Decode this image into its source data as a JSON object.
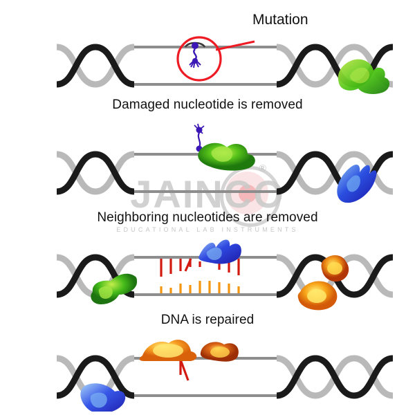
{
  "figure": {
    "title": "DNA nucleotide excision repair stages",
    "background_color": "#ffffff"
  },
  "annotation": {
    "label": "Mutation",
    "circle_color": "#ee1b24",
    "leader_color": "#ee1b24",
    "mutation_marker_color": "#3b17b5"
  },
  "captions": [
    {
      "text": "Damaged nucleotide is removed"
    },
    {
      "text": "Neighboring nucleotides are removed"
    },
    {
      "text": "DNA is repaired"
    }
  ],
  "panels": [
    {
      "name": "panel-mutation-detected",
      "caption": "Damaged nucleotide is removed",
      "enzymes": [
        {
          "name": "green-enzyme",
          "color": "#4cc417",
          "position": "right-lower"
        }
      ],
      "mutation_present": true,
      "open_region_rungs": 14
    },
    {
      "name": "panel-damaged-nucleotide-removed",
      "caption": "Neighboring nucleotides are removed",
      "enzymes": [
        {
          "name": "green-enzyme",
          "color": "#63c41d",
          "position": "top-center"
        },
        {
          "name": "blue-enzyme",
          "color": "#2b2bdd",
          "position": "right-lower"
        }
      ],
      "mutation_present": true,
      "open_region_rungs": 14
    },
    {
      "name": "panel-neighboring-nucleotides-removed",
      "caption": "DNA is repaired",
      "enzymes": [
        {
          "name": "green-enzyme",
          "color": "#45bb1a",
          "position": "left-lower"
        },
        {
          "name": "blue-enzyme",
          "color": "#2f49e0",
          "position": "top-center"
        },
        {
          "name": "orange-enzyme-upper",
          "color": "#e8761b",
          "position": "right-upper"
        },
        {
          "name": "orange-enzyme-lower",
          "color": "#f9a61a",
          "position": "right-lower"
        }
      ],
      "mutation_present": false,
      "open_region_rungs": 14
    },
    {
      "name": "panel-dna-repaired",
      "caption": "",
      "enzymes": [
        {
          "name": "blue-enzyme",
          "color": "#3757e8",
          "position": "left-lower"
        },
        {
          "name": "orange-enzyme-large",
          "color": "#f9a326",
          "position": "top-left"
        },
        {
          "name": "orange-enzyme-small",
          "color": "#e06a18",
          "position": "top-center"
        }
      ],
      "mutation_present": false,
      "open_region_rungs": 14
    }
  ],
  "dna": {
    "backbone_light_color": "#b9b9b9",
    "backbone_dark_color": "#1a1a1a",
    "rung_top_color": "#d21a10",
    "rung_bottom_color": "#f59612",
    "open_strand_line_color": "#8d8d8d"
  },
  "watermark": {
    "word": "JAINCO",
    "tagline": "EDUCATIONAL LAB INSTRUMENTS",
    "registered_mark": "®",
    "word_color": "#c9c9c9",
    "accent_color": "#f3b5b8"
  }
}
